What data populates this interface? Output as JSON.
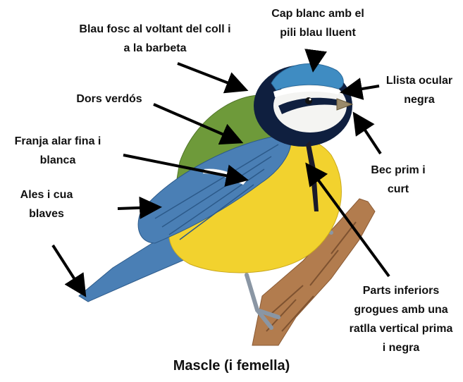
{
  "colors": {
    "arrow": "#000000",
    "cap": "#3f8cc2",
    "face": "#f4f4f2",
    "mask": "#0f1f3f",
    "back": "#6e9a3a",
    "belly": "#f2d22e",
    "wing": "#4a7fb5",
    "branch": "#b27c4e",
    "legs": "#8a96a4"
  },
  "labels": {
    "neck_chin": [
      "Blau fosc al voltant del coll i",
      "a la barbeta"
    ],
    "cap": [
      "Cap blanc amb el",
      "pili blau lluent"
    ],
    "eye_stripe": [
      "Llista ocular",
      "negra"
    ],
    "back": [
      "Dors verdós"
    ],
    "wing_bar": [
      "Franja alar fina i",
      "blanca"
    ],
    "bill": [
      "Bec prim i",
      "curt"
    ],
    "wings_tail": [
      "Ales i cua",
      "blaves"
    ],
    "underparts": [
      "Parts inferiors",
      "grogues amb una",
      "ratlla vertical prima",
      "i negra"
    ]
  },
  "caption": "Mascle (i femella)"
}
